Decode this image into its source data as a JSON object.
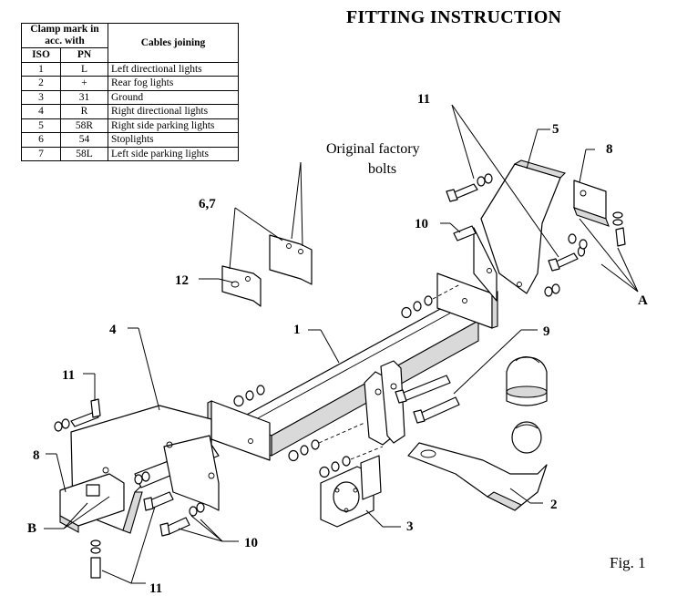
{
  "title": "FITTING INSTRUCTION",
  "figure_label": "Fig. 1",
  "table": {
    "header": {
      "clamp_mark": "Clamp mark in acc. with",
      "cables_joining": "Cables joining",
      "iso": "ISO",
      "pn": "PN"
    },
    "rows": [
      {
        "iso": "1",
        "pn": "L",
        "cable": "Left directional lights"
      },
      {
        "iso": "2",
        "pn": "+",
        "cable": "Rear fog lights"
      },
      {
        "iso": "3",
        "pn": "31",
        "cable": "Ground"
      },
      {
        "iso": "4",
        "pn": "R",
        "cable": "Right directional lights"
      },
      {
        "iso": "5",
        "pn": "58R",
        "cable": "Right side parking lights"
      },
      {
        "iso": "6",
        "pn": "54",
        "cable": "Stoplights"
      },
      {
        "iso": "7",
        "pn": "58L",
        "cable": "Left side parking lights"
      }
    ]
  },
  "annotation": {
    "line1": "Original factory",
    "line2": "bolts"
  },
  "callouts": {
    "c11_top": "11",
    "c5": "5",
    "c8_right": "8",
    "c10_right": "10",
    "c67": "6,7",
    "c12": "12",
    "cA": "A",
    "c1": "1",
    "c9": "9",
    "c4": "4",
    "c11_left": "11",
    "c8_left": "8",
    "cB": "B",
    "c10_bottom": "10",
    "c11_bottom": "11",
    "c3": "3",
    "c2": "2"
  }
}
